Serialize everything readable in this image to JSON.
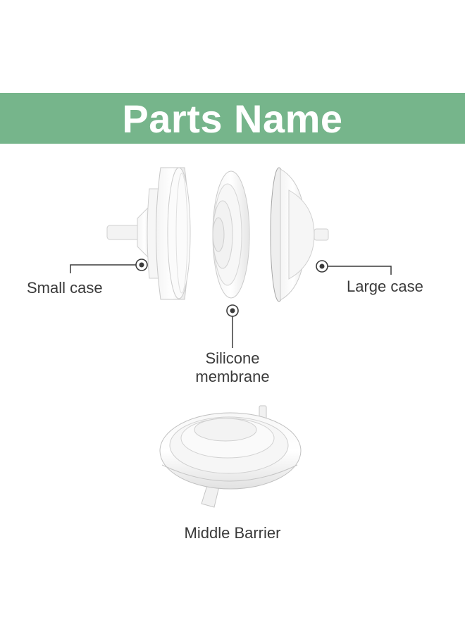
{
  "banner": {
    "title": "Parts Name",
    "color": "#76b58b"
  },
  "labels": {
    "small_case": "Small case",
    "large_case": "Large case",
    "silicone_line1": "Silicone",
    "silicone_line2": "membrane",
    "middle_barrier": "Middle Barrier"
  },
  "callout_marker": "target-dot-icon"
}
